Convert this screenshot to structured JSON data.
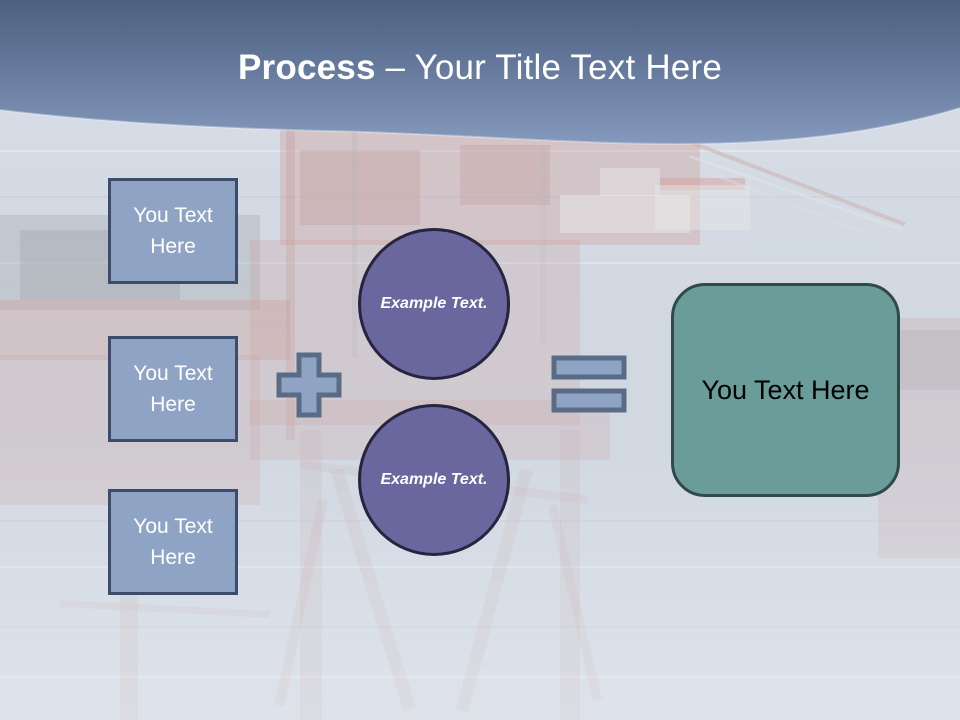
{
  "slide": {
    "title": {
      "bold_part": "Process",
      "normal_part": " – Your Title Text Here"
    },
    "background": {
      "description": "offshore-oil-platform-photo",
      "header_gradient_top": "#52647f",
      "header_gradient_bottom": "#8298bd"
    },
    "inputs": [
      {
        "label": "You Text Here"
      },
      {
        "label": "You Text Here"
      },
      {
        "label": "You Text Here"
      }
    ],
    "operators": {
      "plus": "+",
      "equals": "="
    },
    "middle_nodes": [
      {
        "label": "Example Text."
      },
      {
        "label": "Example Text."
      }
    ],
    "result": {
      "label": "You Text Here"
    },
    "colors": {
      "input_fill": "#8fa4c4",
      "input_border": "#3d4c6b",
      "node_fill": "#6a679e",
      "node_border": "#26243f",
      "result_fill": "#6a9d99",
      "result_border": "#2f4a48",
      "operator_fill": "#8fa4c4",
      "operator_border": "#5a6b85",
      "title_text": "#ffffff"
    }
  }
}
